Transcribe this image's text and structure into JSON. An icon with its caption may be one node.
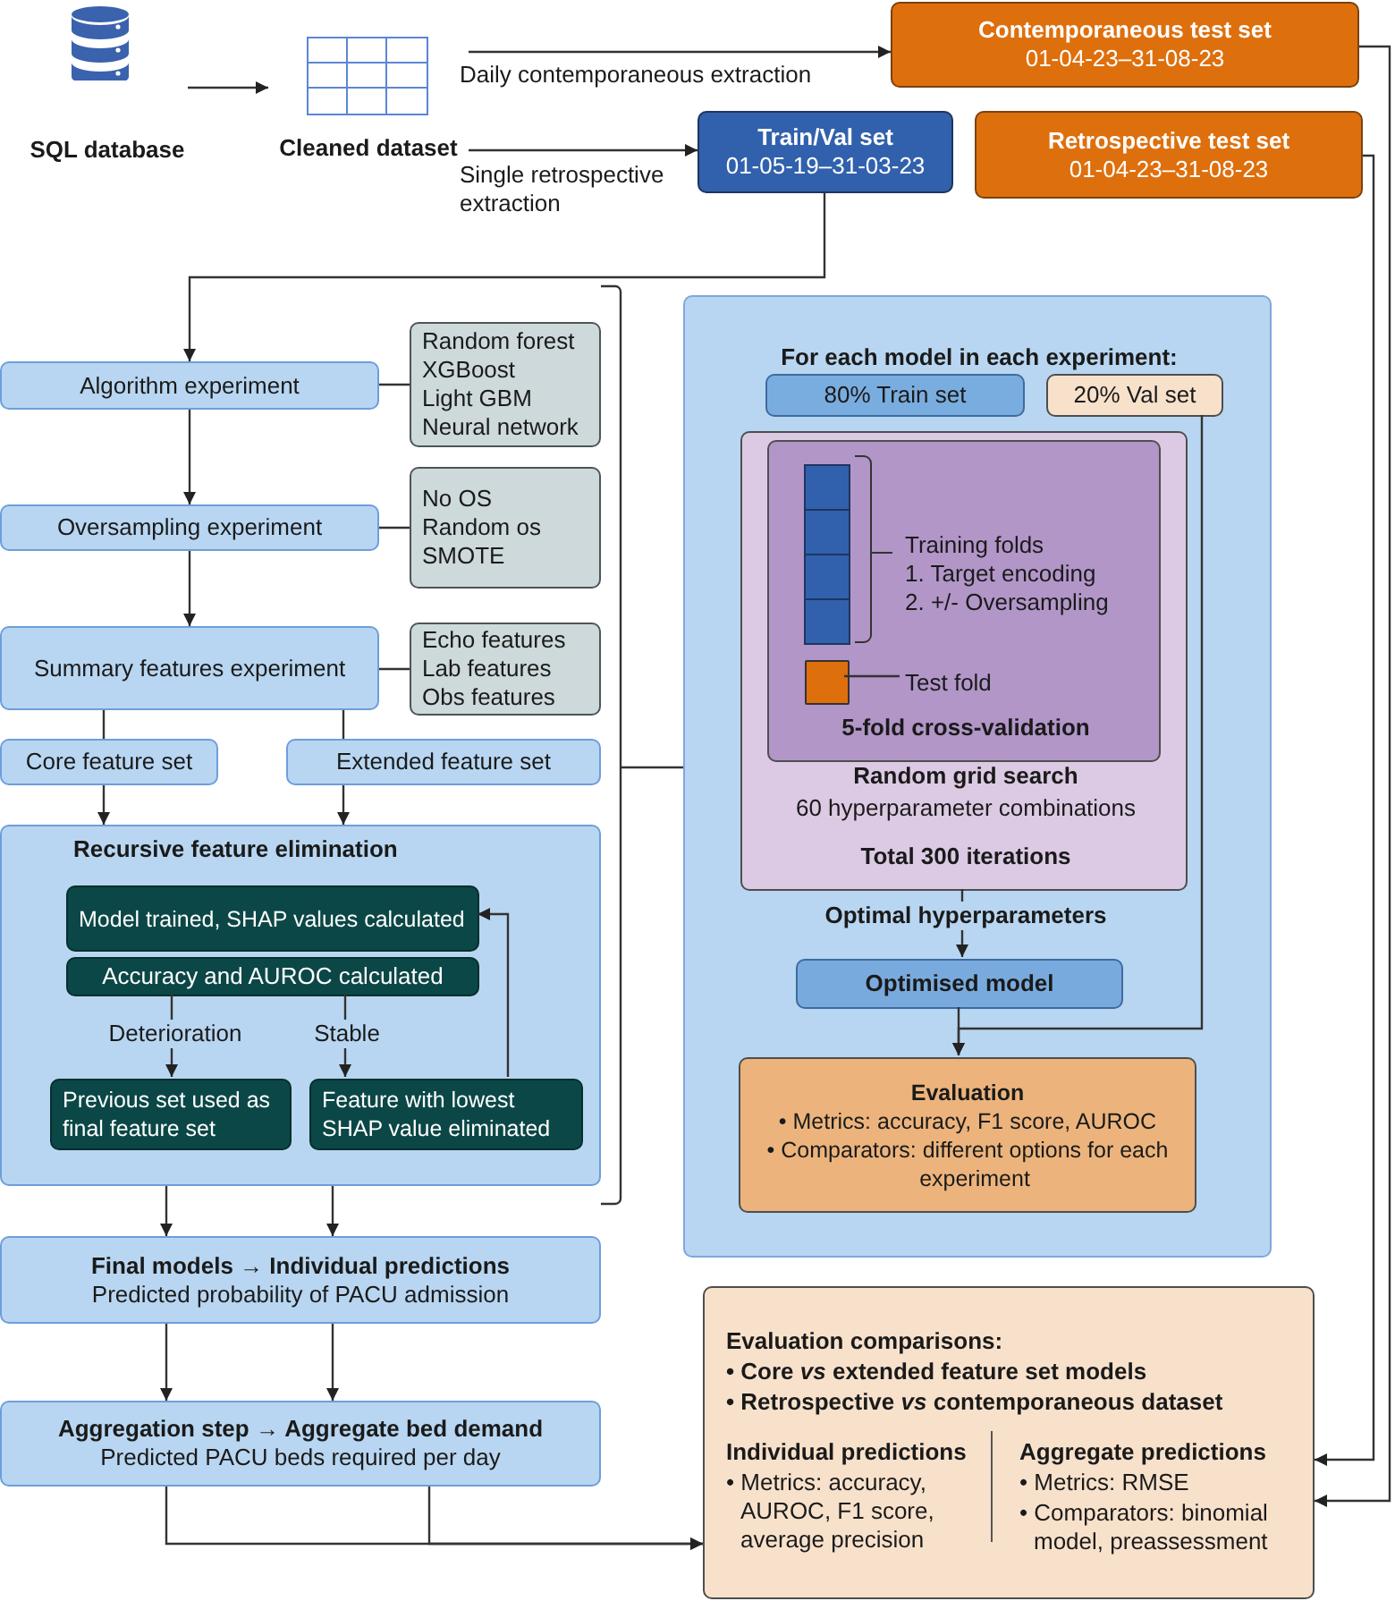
{
  "diagram": {
    "nodes": [
      {
        "text": [
          "SQL database"
        ]
      },
      {
        "text": [
          "Cleaned dataset"
        ]
      },
      {
        "text": [
          "Contemporaneous test set",
          "01-04-23–31-08-23"
        ]
      },
      {
        "text": [
          "Train/Val set",
          "01-05-19–31-03-23"
        ]
      },
      {
        "text": [
          "Retrospective test set",
          "01-04-23–31-08-23"
        ]
      },
      {
        "text": [
          "Algorithm experiment"
        ]
      },
      {
        "text": [
          "Random forest",
          "XGBoost",
          "Light GBM",
          "Neural network"
        ]
      },
      {
        "text": [
          "Oversampling experiment"
        ]
      },
      {
        "text": [
          "No OS",
          "Random os",
          "SMOTE"
        ]
      },
      {
        "text": [
          "Summary features experiment"
        ]
      },
      {
        "text": [
          "Echo features",
          "Lab features",
          "Obs features"
        ]
      },
      {
        "text": [
          "Core feature set"
        ]
      },
      {
        "text": [
          "Extended feature set"
        ]
      },
      {
        "text": [
          "Recursive feature elimination"
        ]
      },
      {
        "text": [
          "Model trained, SHAP values calculated"
        ],
        "in": 13
      },
      {
        "text": [
          "Accuracy and AUROC calculated"
        ],
        "in": 13
      },
      {
        "text": [
          "Previous set used as final feature set"
        ],
        "in": 13
      },
      {
        "text": [
          "Feature with lowest SHAP value eliminated"
        ],
        "in": 13
      },
      {
        "text": [
          "Final models → Individual predictions",
          "Predicted probability of PACU admission"
        ]
      },
      {
        "text": [
          "Aggregation step → Aggregate bed demand",
          "Predicted PACU beds required per day"
        ]
      },
      {
        "text": [
          "For each model in each experiment:"
        ]
      },
      {
        "text": [
          "80% Train set"
        ],
        "in": 20
      },
      {
        "text": [
          "20% Val set"
        ],
        "in": 20
      },
      {
        "text": [
          "Random grid search",
          "60 hyperparameter combinations",
          "Total 300 iterations"
        ],
        "in": 20
      },
      {
        "text": [
          "5-fold cross-validation"
        ],
        "in": 23
      },
      {
        "text": [
          "Training folds",
          "1. Target encoding",
          "2. +/- Oversampling"
        ],
        "in": 24
      },
      {
        "text": [],
        "shape": "box",
        "in": 24
      },
      {
        "text": [
          "Test fold"
        ],
        "in": 24
      },
      {
        "text": [
          "Optimised model"
        ],
        "in": 20
      },
      {
        "text": [
          "Evaluation",
          "• Metrics: accuracy, F1 score, AUROC",
          "• Comparators: different options for each experiment"
        ],
        "in": 20
      },
      {
        "text": [
          "Evaluation comparisons:",
          "• Core *vs* extended feature set models",
          "• Retrospective *vs* contemporaneous dataset",
          "Individual predictions",
          "• Metrics: accuracy, AUROC, F1 score, average precision",
          "Aggregate predictions",
          "• Metrics: RMSE",
          "• Comparators: binomial model, preassessment"
        ]
      }
    ],
    "edges": [
      {
        "from": 0,
        "to": 1,
        "arrow": "to"
      },
      {
        "from": 1,
        "to": 2,
        "arrow": "to",
        "label": "Daily contemporaneous extraction"
      },
      {
        "from": 1,
        "to": 3,
        "arrow": "to",
        "label": "Single retrospective extraction"
      },
      {
        "from": 3,
        "to": 5,
        "arrow": "to"
      },
      {
        "from": 5,
        "to": 6,
        "arrow": "none"
      },
      {
        "from": 5,
        "to": 7,
        "arrow": "to"
      },
      {
        "from": 7,
        "to": 8,
        "arrow": "none"
      },
      {
        "from": 7,
        "to": 9,
        "arrow": "to"
      },
      {
        "from": 9,
        "to": 10,
        "arrow": "none"
      },
      {
        "from": 9,
        "to": 11,
        "arrow": "none"
      },
      {
        "from": 9,
        "to": 12,
        "arrow": "none"
      },
      {
        "from": 11,
        "to": 13,
        "arrow": "to"
      },
      {
        "from": 12,
        "to": 13,
        "arrow": "to"
      },
      {
        "from": 15,
        "to": 16,
        "arrow": "to",
        "label": "Deterioration"
      },
      {
        "from": 15,
        "to": 17,
        "arrow": "to",
        "label": "Stable"
      },
      {
        "from": 17,
        "to": 14,
        "arrow": "to"
      },
      {
        "from": 13,
        "to": 18,
        "arrow": "to"
      },
      {
        "from": 13,
        "to": 18,
        "arrow": "to"
      },
      {
        "from": 18,
        "to": 19,
        "arrow": "to"
      },
      {
        "from": 18,
        "to": 19,
        "arrow": "to"
      },
      {
        "from": 19,
        "to": 30,
        "arrow": "to"
      },
      {
        "from": 19,
        "to": 30,
        "arrow": "to"
      },
      {
        "from": 2,
        "to": 30,
        "arrow": "to"
      },
      {
        "from": 4,
        "to": 30,
        "arrow": "to"
      },
      {
        "from": 23,
        "to": 28,
        "arrow": "to",
        "label": "Optimal hyperparameters"
      },
      {
        "from": 28,
        "to": 29,
        "arrow": "to"
      },
      {
        "from": 22,
        "to": 29,
        "arrow": "to"
      },
      {
        "from": 26,
        "to": 27,
        "arrow": "none"
      }
    ]
  }
}
